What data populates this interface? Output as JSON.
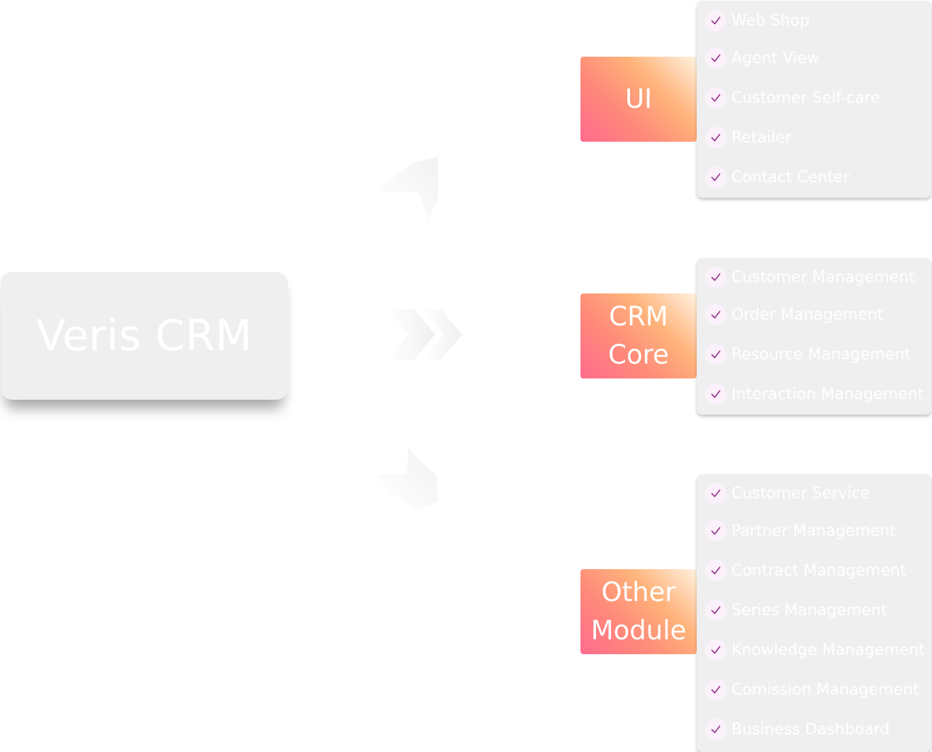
{
  "main": {
    "title": "Veris CRM"
  },
  "modules": [
    {
      "label_lines": [
        "UI"
      ],
      "features": [
        "Web Shop",
        "Agent View",
        "Customer Self-care",
        "Retailer",
        "Contact Center"
      ]
    },
    {
      "label_lines": [
        "CRM",
        "Core"
      ],
      "features": [
        "Customer Management",
        "Order Management",
        "Resource Management",
        "Interaction Management"
      ]
    },
    {
      "label_lines": [
        "Other",
        "Module"
      ],
      "features": [
        "Customer Service",
        "Partner Management",
        "Contract Management",
        "Series Management",
        "Knowledge Management",
        "Comission Management",
        "Business Dashboard"
      ]
    }
  ],
  "colors": {
    "tag_gradient": [
      "#ff6b8e",
      "#ff8a7a",
      "#ffb37a",
      "#fff2e0"
    ],
    "card_background": "#efefef",
    "check_color": "#9b3c92",
    "check_badge": "#fbf1fa",
    "label_text": "#ffffff"
  },
  "icons": {
    "feature_marker": "check-icon",
    "connector": "chevron-arrow-icon"
  }
}
